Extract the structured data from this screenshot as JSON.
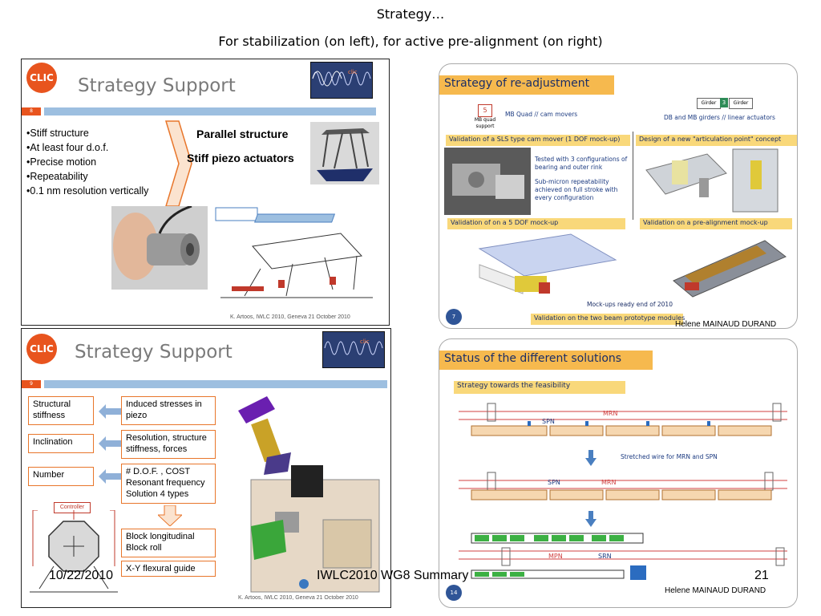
{
  "header": {
    "title": "Strategy…",
    "subtitle": "For stabilization (on left), for active pre-alignment (on right)"
  },
  "slide1": {
    "logo": "CLIC",
    "title": "Strategy Support",
    "number": "8",
    "bullets": [
      "Stiff structure",
      "At least four d.o.f.",
      "Precise motion",
      "Repeatability",
      "0.1 nm resolution vertically"
    ],
    "right_text_1": "Parallel structure",
    "right_text_2": "Stiff piezo actuators",
    "credit": "K. Artoos,  IWLC 2010, Geneva  21 October 2010"
  },
  "slide2": {
    "logo": "CLIC",
    "title": "Strategy Support",
    "number": "9",
    "left_boxes": [
      "Structural stiffness",
      "Inclination",
      "Number"
    ],
    "right_boxes": [
      "Induced stresses in piezo",
      "Resolution, structure stiffness, forces",
      "# D.O.F. , COST Resonant frequency Solution 4 types",
      "Block longitudinal Block roll",
      "X-Y flexural guide"
    ],
    "controller_label": "Controller",
    "credit": "K. Artoos,  IWLC 2010, Geneva  21 October 2010"
  },
  "slide3": {
    "heading": "Strategy of re-adjustment",
    "mb_quad_box": "5",
    "mb_quad_label": "MB quad support",
    "mb_quad_text": "MB Quad // cam movers",
    "girder_left": "Girder",
    "girder_mid": "3",
    "girder_right": "Girder",
    "db_text": "DB and MB girders // linear actuators",
    "tag_validation_sls": "Validation of a SLS type cam mover (1 DOF mock-up)",
    "tag_design": "Design of a new \"articulation point\" concept",
    "tested_text": "Tested with 3 configurations of bearing and outer rink",
    "repeat_text": "Sub-micron repeatability achieved on full stroke with every configuration",
    "tag_validation_5dof": "Validation of on a 5 DOF mock-up",
    "tag_validation_prealign": "Validation on a pre-alignment mock-up",
    "mockups_text": "Mock-ups ready end of 2010",
    "tag_validation_beam": "Validation on the two beam prototype modules",
    "page": "7",
    "author": "Helene MAINAUD DURAND"
  },
  "slide4": {
    "heading": "Status of the different  solutions",
    "subheading": "Strategy towards the feasibility",
    "label_mrn_1": "MRN",
    "label_spn_1": "SPN",
    "stretched_text": "Stretched wire for MRN and SPN",
    "label_spn_2": "SPN",
    "label_mrn_2": "MRN",
    "label_mpn": "MPN",
    "label_srn": "SRN",
    "page": "14",
    "author": "Helene MAINAUD DURAND"
  },
  "footer": {
    "date": "10/22/2010",
    "event": "IWLC2010 WG8 Summary",
    "page": "21"
  },
  "colors": {
    "accent_orange": "#e8541e",
    "blue_bar": "#9dbfe0",
    "tag_yellow": "#f9d87a",
    "heading_orange": "#f6b94e",
    "dark_blue": "#1b2e66"
  }
}
